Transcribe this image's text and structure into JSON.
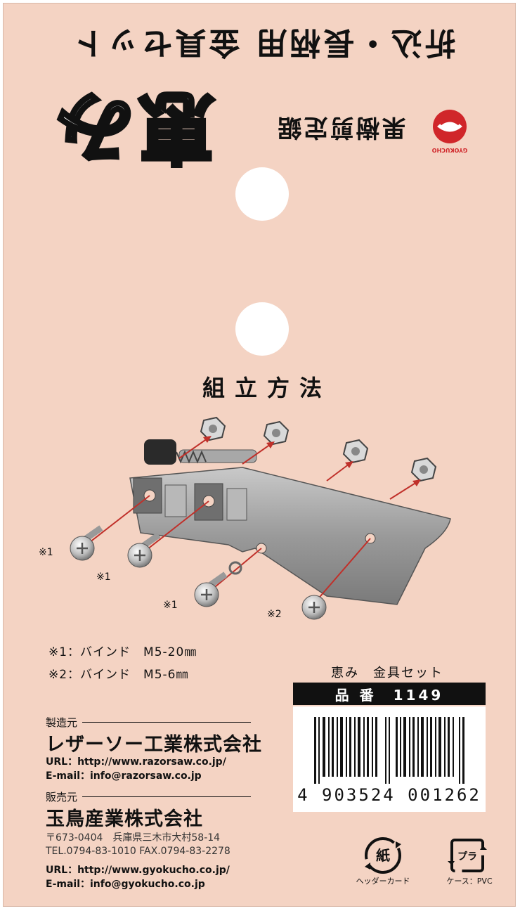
{
  "header": {
    "title": "折込・長柄用 金具セット",
    "brand": "恵み",
    "maker": "果樹剪定鋸",
    "maker_logo_text": "GYOKUCHO"
  },
  "assembly": {
    "title": "組立方法",
    "marks": [
      "※1",
      "※1",
      "※1",
      "※2"
    ],
    "legend": [
      "※1：バインド　M5-20㎜",
      "※2：バインド　M5-6㎜"
    ]
  },
  "product": {
    "name": "恵み　金具セット",
    "number": "品 番　1149",
    "barcode_digits": "4 903524 001262"
  },
  "manufacturer": {
    "label": "製造元",
    "company": "レザーソー工業株式会社",
    "url": "URL：http://www.razorsaw.co.jp/",
    "email": "E-mail：info@razorsaw.co.jp"
  },
  "seller": {
    "label": "販売元",
    "company": "玉鳥産業株式会社",
    "address": "〒673-0404　兵庫県三木市大村58-14",
    "tel": "TEL.0794-83-1010 FAX.0794-83-2278",
    "url": "URL：http://www.gyokucho.co.jp/",
    "email": "E-mail：info@gyokucho.co.jp"
  },
  "recycle": {
    "paper_mark": "紙",
    "paper_label": "ヘッダーカード",
    "plastic_mark": "プラ",
    "plastic_label": "ケース：PVC"
  },
  "colors": {
    "background": "#f4d3c3",
    "ink": "#111111",
    "arrow": "#c0302a",
    "logo_red": "#d0262a"
  }
}
